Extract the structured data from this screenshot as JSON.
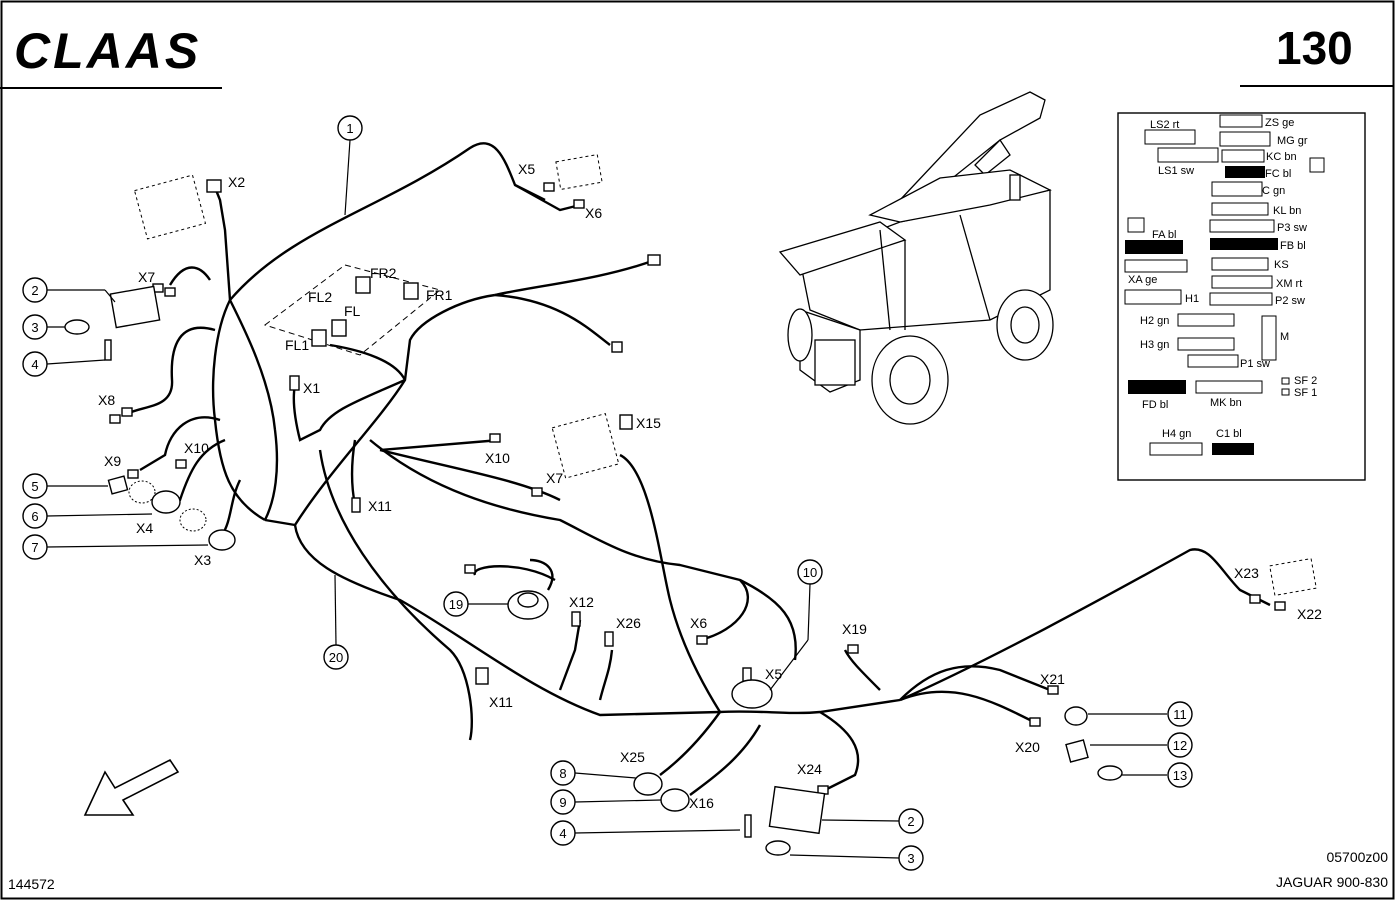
{
  "header": {
    "brand_logo_text": "CLAAS",
    "page_number": "130"
  },
  "footer": {
    "drawing_id": "144572",
    "reference_code": "05700z00",
    "model": "JAGUAR 900-830"
  },
  "callouts": [
    "1",
    "2",
    "3",
    "4",
    "5",
    "6",
    "7",
    "8",
    "9",
    "10",
    "11",
    "12",
    "13",
    "19",
    "20",
    "2",
    "3",
    "4"
  ],
  "connectors": {
    "x2": "X2",
    "x5_top": "X5",
    "x6_top": "X6",
    "x7_left": "X7",
    "x8": "X8",
    "x9": "X9",
    "x10_left": "X10",
    "x4": "X4",
    "x3": "X3",
    "x1": "X1",
    "fr2": "FR2",
    "fr1": "FR1",
    "fl2": "FL2",
    "fl": "FL",
    "fl1": "FL1",
    "x15": "X15",
    "x10_mid": "X10",
    "x7_mid": "X7",
    "x11_mid": "X11",
    "x12": "X12",
    "x26": "X26",
    "x6_mid": "X6",
    "x5_mid": "X5",
    "x19": "X19",
    "x11_low": "X11",
    "x25": "X25",
    "x16": "X16",
    "x24": "X24",
    "x21": "X21",
    "x20": "X20",
    "x23": "X23",
    "x22": "X22"
  },
  "fuse_legend": {
    "ls2": "LS2 rt",
    "zs": "ZS ge",
    "mg": "MG gr",
    "kc": "KC bn",
    "ls1": "LS1 sw",
    "fc": "FC bl",
    "c": "C gn",
    "kl": "KL bn",
    "p3": "P3 sw",
    "fa": "FA bl",
    "fb": "FB bl",
    "xa": "XA ge",
    "ks": "KS",
    "xm": "XM rt",
    "h1": "H1",
    "p2": "P2 sw",
    "h2": "H2 gn",
    "m": "M",
    "h3": "H3 gn",
    "p1": "P1 sw",
    "sf2": "SF 2",
    "sf1": "SF 1",
    "fd": "FD bl",
    "mk": "MK bn",
    "h4": "H4 gn",
    "c1": "C1 bl"
  }
}
